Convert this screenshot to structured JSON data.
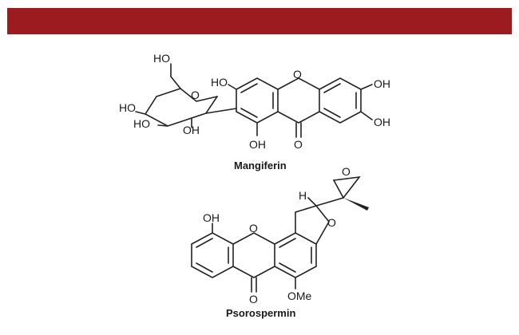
{
  "banner": {
    "color": "#9b1b1f"
  },
  "mangiferin": {
    "name": "Mangiferin",
    "labels": {
      "ho_sugar_top": "HO",
      "ho_sugar_left": "HO",
      "ho_sugar_left2": "HO",
      "oh_sugar": "OH",
      "o_ring": "O",
      "ho_ar": "HO",
      "oh_ar_bottom": "OH",
      "o_xanthone": "O",
      "o_carbonyl": "O",
      "oh_right_top": "OH",
      "oh_right_bottom": "OH"
    }
  },
  "psorospermin": {
    "name": "Psorospermin",
    "labels": {
      "oh": "OH",
      "o_xanthone": "O",
      "o_carbonyl": "O",
      "ome": "OMe",
      "o_furan": "O",
      "o_epoxide": "O",
      "h": "H"
    }
  }
}
